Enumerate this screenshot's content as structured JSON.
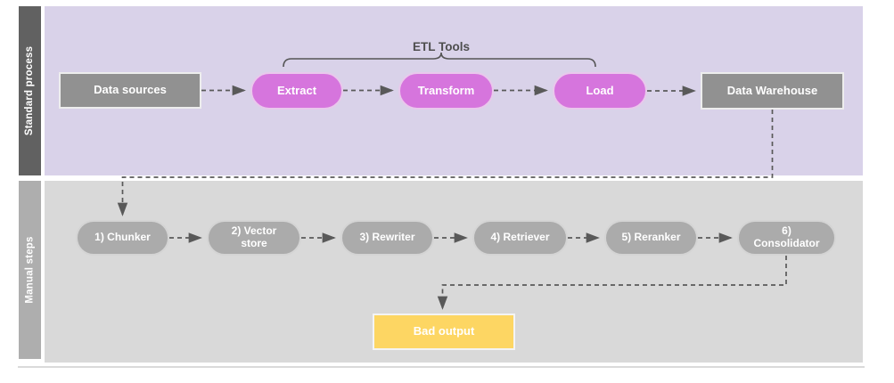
{
  "lanes": [
    {
      "label": "Standard process",
      "annotation": "ETL Tools",
      "nodes": [
        {
          "label": "Data sources"
        },
        {
          "label": "Extract"
        },
        {
          "label": "Transform"
        },
        {
          "label": "Load"
        },
        {
          "label": "Data Warehouse"
        }
      ]
    },
    {
      "label": "Manual steps",
      "nodes": [
        {
          "label": "1) Chunker"
        },
        {
          "label": "2) Vector store"
        },
        {
          "label": "3) Rewriter"
        },
        {
          "label": "4) Retriever"
        },
        {
          "label": "5) Reranker"
        },
        {
          "label": "6) Consolidator"
        },
        {
          "label": "Bad output"
        }
      ]
    }
  ],
  "colors": {
    "lane1_bg": "#d9d2e9",
    "lane1_bar": "#616161",
    "lane2_bg": "#d9d9d9",
    "lane2_bar": "#aeaeae",
    "process_gray": "#919191",
    "step_gray": "#ababab",
    "etl_pink": "#d675dd",
    "etl_pink_border": "#e9c8ec",
    "warning_yellow": "#fdd663",
    "connector": "#595959",
    "annotation_text": "#4e4e4e"
  }
}
